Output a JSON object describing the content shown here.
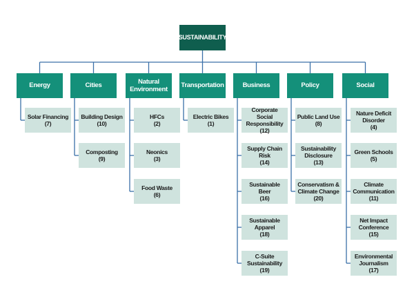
{
  "root": {
    "label": "SUSTAINABILITY"
  },
  "colors": {
    "root": "#0f5e4e",
    "category": "#14907a",
    "leaf": "#cfe3de",
    "connector": "#3a6fa8"
  },
  "categories": [
    {
      "label": "Energy",
      "children": [
        {
          "label": "Solar Financing",
          "count": "(7)"
        }
      ]
    },
    {
      "label": "Cities",
      "children": [
        {
          "label": "Building Design",
          "count": "(10)"
        },
        {
          "label": "Composting",
          "count": "(9)"
        }
      ]
    },
    {
      "label": "Natural Environment",
      "children": [
        {
          "label": "HFCs",
          "count": "(2)"
        },
        {
          "label": "Neonics",
          "count": "(3)"
        },
        {
          "label": "Food Waste",
          "count": "(6)"
        }
      ]
    },
    {
      "label": "Transportation",
      "children": [
        {
          "label": "Electric Bikes",
          "count": "(1)"
        }
      ]
    },
    {
      "label": "Business",
      "children": [
        {
          "label": "Corporate Social Responsibility",
          "count": "(12)"
        },
        {
          "label": "Supply Chain Risk",
          "count": "(14)"
        },
        {
          "label": "Sustainable Beer",
          "count": "(16)"
        },
        {
          "label": "Sustainable Apparel",
          "count": "(18)"
        },
        {
          "label": "C-Suite Sustainability",
          "count": "(19)"
        }
      ]
    },
    {
      "label": "Policy",
      "children": [
        {
          "label": "Public Land Use",
          "count": "(8)"
        },
        {
          "label": "Sustainability Disclosure",
          "count": "(13)"
        },
        {
          "label": "Conservatism & Climate Change",
          "count": "(20)"
        }
      ]
    },
    {
      "label": "Social",
      "children": [
        {
          "label": "Nature Deficit Disorder",
          "count": "(4)"
        },
        {
          "label": "Green Schools",
          "count": "(5)"
        },
        {
          "label": "Climate Communication",
          "count": "(11)"
        },
        {
          "label": "Net Impact Conference",
          "count": "(15)"
        },
        {
          "label": "Environmental Journalism",
          "count": "(17)"
        }
      ]
    }
  ]
}
